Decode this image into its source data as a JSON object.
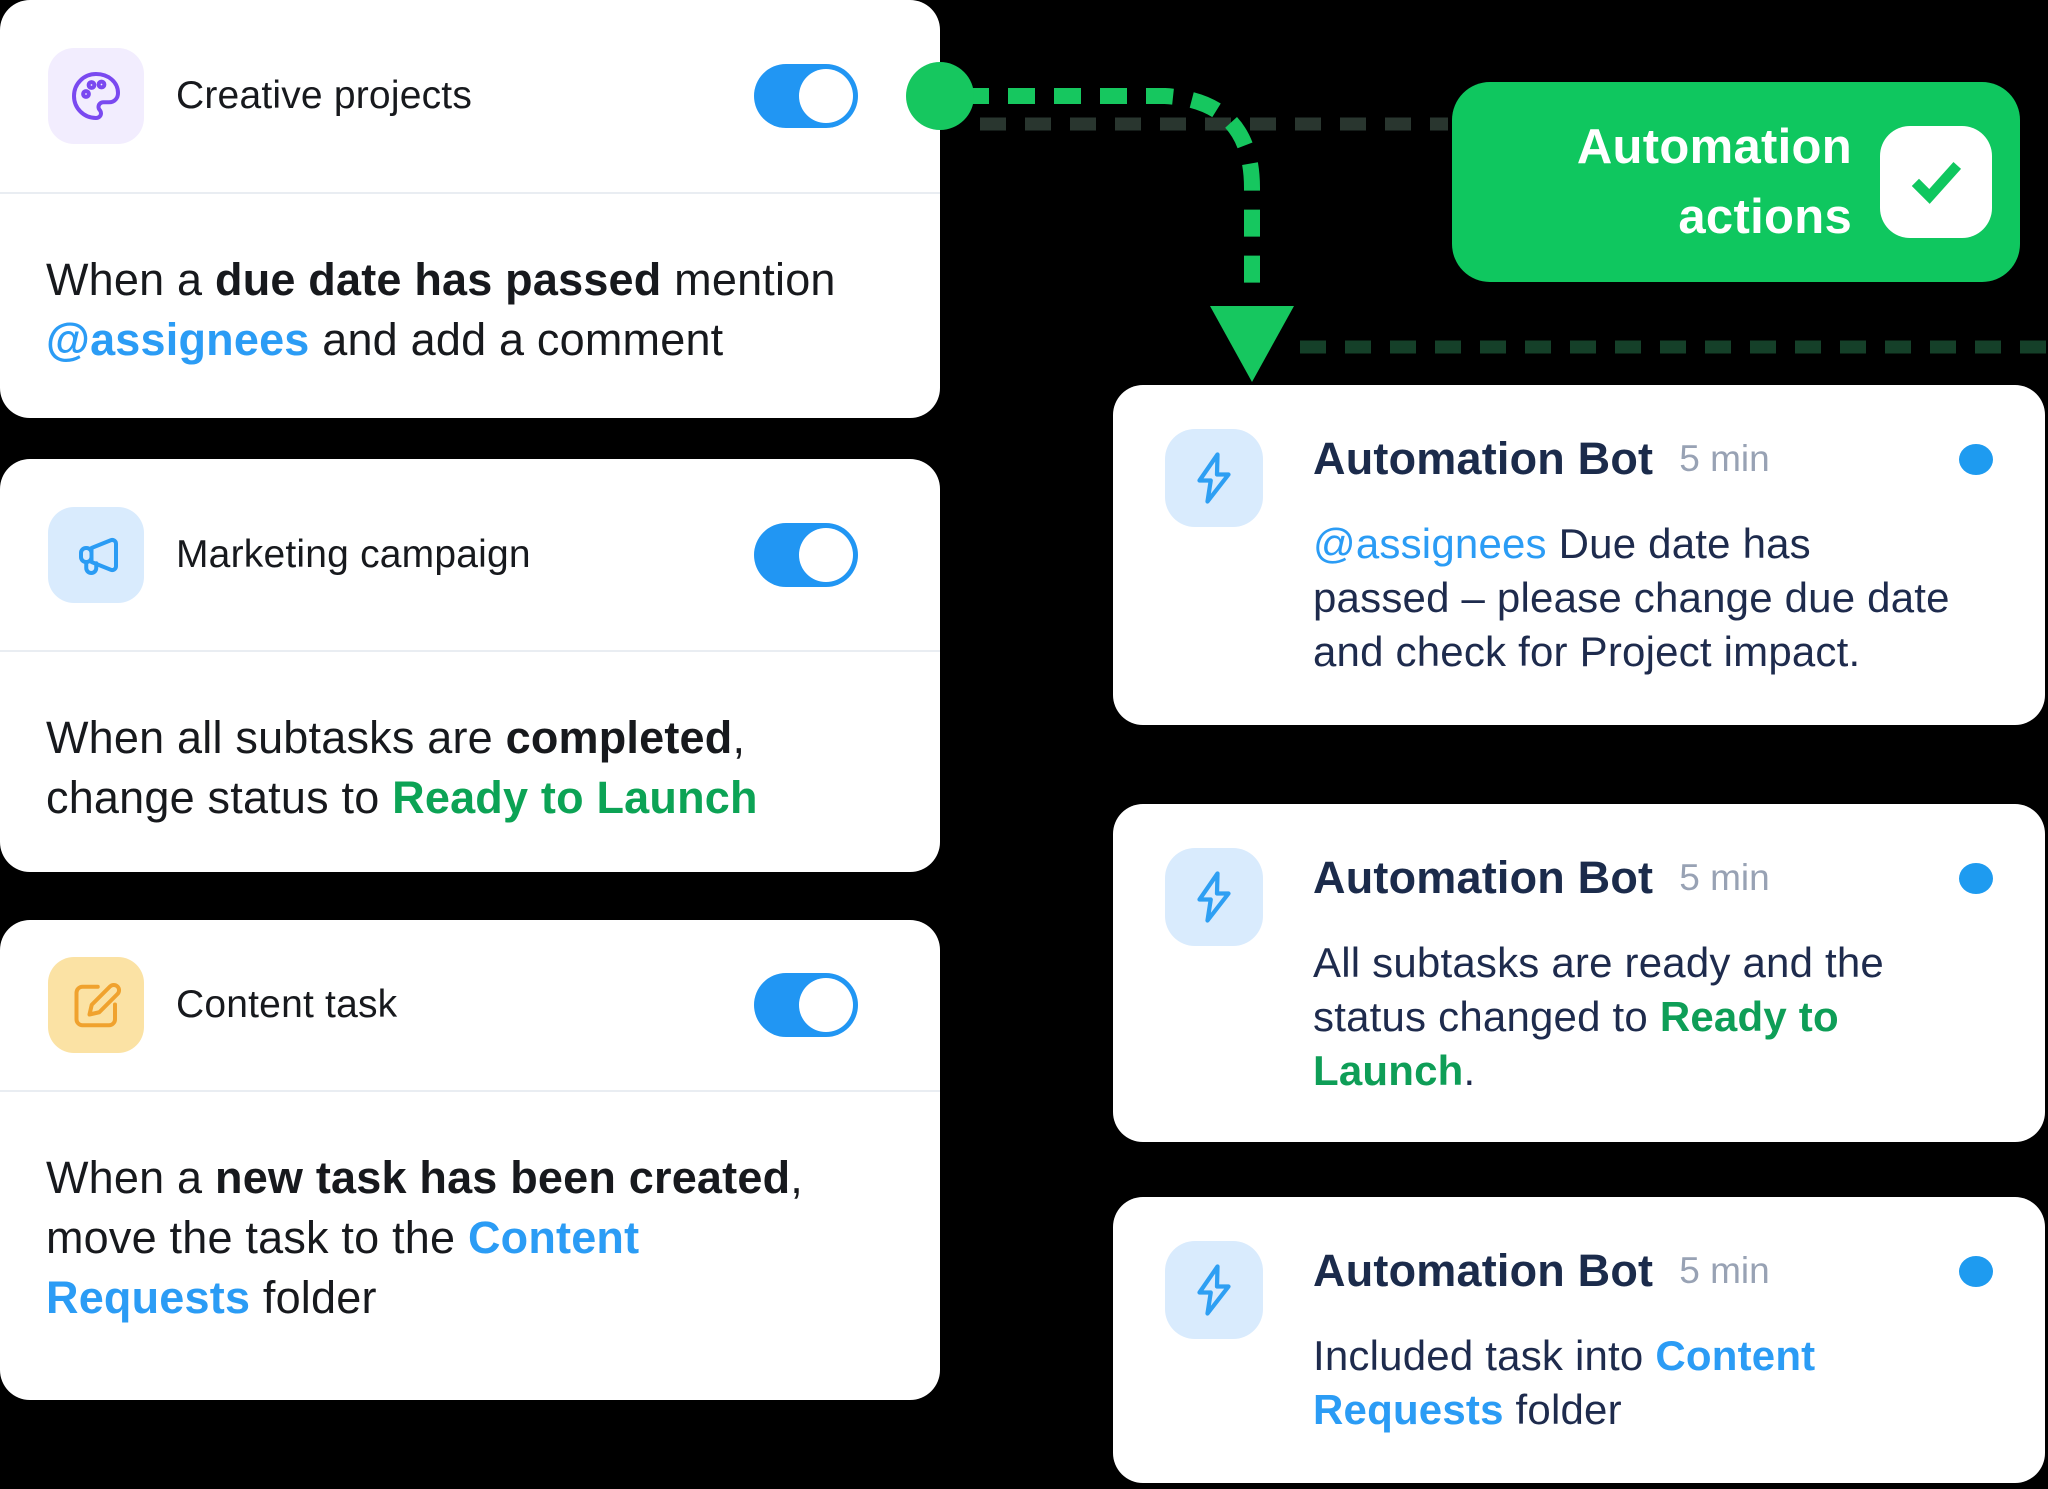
{
  "colors": {
    "background": "#000000",
    "card": "#ffffff",
    "toggle_on": "#2196f3",
    "accent_blue": "#2b9cf5",
    "accent_green": "#0fc75f",
    "text_green": "#0ca355",
    "navy_text": "#1e2b4d",
    "left_text": "#17191d",
    "time_gray": "#98a2b4",
    "tile_purple": "#f2edfe",
    "tile_blue": "#d9ebfd",
    "tile_amber": "#fbe2a4",
    "unread_dot": "#1e9bf0"
  },
  "automation_rules": [
    {
      "label": "Creative projects",
      "icon": "palette-icon",
      "enabled": true,
      "description": [
        {
          "t": "When a "
        },
        {
          "t": "due date has passed",
          "b": 1
        },
        {
          "t": " mention"
        },
        {
          "br": 1
        },
        {
          "t": "@assignees",
          "b": 1,
          "c": "blue"
        },
        {
          "t": " and add a comment"
        }
      ]
    },
    {
      "label": "Marketing campaign",
      "icon": "megaphone-icon",
      "enabled": true,
      "description": [
        {
          "t": "When all subtasks are "
        },
        {
          "t": "completed",
          "b": 1
        },
        {
          "t": ","
        },
        {
          "br": 1
        },
        {
          "t": "change status to "
        },
        {
          "t": "Ready to Launch",
          "b": 1,
          "c": "green"
        }
      ]
    },
    {
      "label": "Content task",
      "icon": "pencil-icon",
      "enabled": true,
      "description": [
        {
          "t": "When a "
        },
        {
          "t": "new task has been created",
          "b": 1
        },
        {
          "t": ","
        },
        {
          "br": 1
        },
        {
          "t": "move the task to the "
        },
        {
          "t": "Content",
          "b": 1,
          "c": "blue"
        },
        {
          "br": 1
        },
        {
          "t": "Requests",
          "b": 1,
          "c": "blue"
        },
        {
          "t": " folder"
        }
      ]
    }
  ],
  "badge": {
    "label": "Automation actions",
    "icon": "check-icon"
  },
  "notifications": [
    {
      "sender": "Automation Bot",
      "time": "5 min",
      "unread": true,
      "icon": "lightning-icon",
      "message": [
        {
          "t": "@assignees",
          "c": "blue"
        },
        {
          "t": " Due date has"
        },
        {
          "br": 1
        },
        {
          "t": "passed – please change due date"
        },
        {
          "br": 1
        },
        {
          "t": "and check for Project impact."
        }
      ]
    },
    {
      "sender": "Automation Bot",
      "time": "5 min",
      "unread": true,
      "icon": "lightning-icon",
      "message": [
        {
          "t": "All subtasks are ready and the"
        },
        {
          "br": 1
        },
        {
          "t": "status changed to "
        },
        {
          "t": "Ready to",
          "b": 1,
          "c": "green"
        },
        {
          "br": 1
        },
        {
          "t": "Launch",
          "b": 1,
          "c": "green"
        },
        {
          "t": "."
        }
      ]
    },
    {
      "sender": "Automation Bot",
      "time": "5 min",
      "unread": true,
      "icon": "lightning-icon",
      "message": [
        {
          "t": "Included task into "
        },
        {
          "t": "Content",
          "b": 1,
          "c": "blue"
        },
        {
          "br": 1
        },
        {
          "t": "Requests",
          "b": 1,
          "c": "blue"
        },
        {
          "t": " folder"
        }
      ]
    }
  ]
}
